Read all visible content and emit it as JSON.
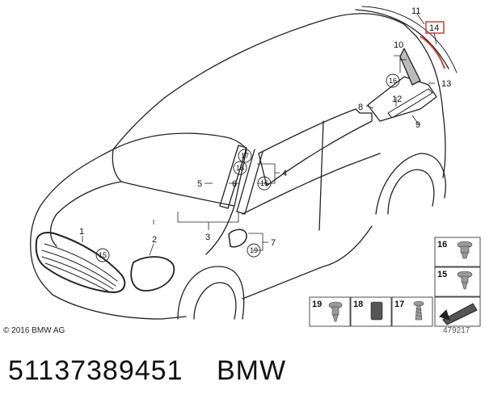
{
  "callouts": {
    "c1": "1",
    "c2": "2",
    "c3": "3",
    "c4": "4",
    "c5": "5",
    "c6": "6",
    "c7": "7",
    "c8": "8",
    "c9": "9",
    "c10": "10",
    "c11": "11",
    "c12": "12",
    "c13": "13",
    "c14": "14",
    "c15": "15",
    "c16": "16",
    "c17": "17",
    "c18": "18",
    "c19": "19"
  },
  "legend": {
    "l16": "16",
    "l15": "15",
    "l19": "19",
    "l18": "18",
    "l17": "17"
  },
  "footer": {
    "copyright": "© 2016 BMW AG",
    "drawing_number": "479217",
    "part_number": "51137389451",
    "brand": "BMW"
  },
  "colors": {
    "line": "#222222",
    "highlight": "#d9534f",
    "part_gray": "#8a8a8a"
  }
}
